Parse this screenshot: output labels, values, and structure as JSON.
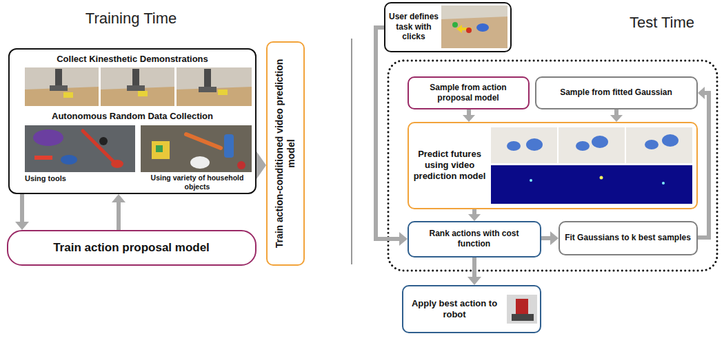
{
  "diagram": {
    "nodes": [
      {
        "text": [
          "Collect Kinesthetic Demonstrations",
          "Autonomous Random Data Collection"
        ]
      },
      {
        "text": [
          "Train action proposal model"
        ]
      },
      {
        "text": [
          "Train action-conditioned video prediction model"
        ]
      },
      {
        "text": [
          "User defines task with clicks"
        ]
      },
      {
        "text": [
          "Sample from action proposal model"
        ]
      },
      {
        "text": [
          "Sample from fitted Gaussian"
        ]
      },
      {
        "text": [
          "Predict futures using video prediction model"
        ]
      },
      {
        "text": [
          "Rank actions with cost function"
        ]
      },
      {
        "text": [
          "Fit Gaussians to k best samples"
        ]
      },
      {
        "text": [
          "Apply best action to robot"
        ]
      }
    ],
    "edges": [
      {
        "from": 0,
        "to": 2,
        "arrow": "to"
      },
      {
        "from": 0,
        "to": 1,
        "arrow": "to"
      },
      {
        "from": 1,
        "to": 0,
        "arrow": "to"
      },
      {
        "from": 3,
        "to": 7,
        "arrow": "to"
      },
      {
        "from": 4,
        "to": 6,
        "arrow": "to"
      },
      {
        "from": 5,
        "to": 6,
        "arrow": "to"
      },
      {
        "from": 6,
        "to": 7,
        "arrow": "to"
      },
      {
        "from": 7,
        "to": 8,
        "arrow": "to"
      },
      {
        "from": 8,
        "to": 5,
        "arrow": "to"
      },
      {
        "from": 7,
        "to": 9,
        "arrow": "to"
      }
    ],
    "labels": [
      "Training Time",
      "Test Time",
      "Using tools",
      "Using variety of household objects"
    ]
  }
}
